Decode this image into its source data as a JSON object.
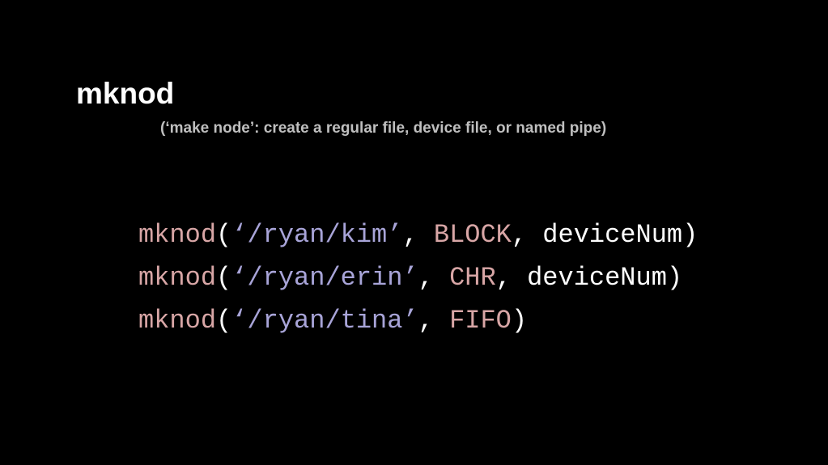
{
  "slide": {
    "title": "mknod",
    "subtitle": "(‘make node’: create a regular file, device file, or named pipe)"
  },
  "code_lines": [
    {
      "func": "mknod",
      "open_paren": "(",
      "path": "‘/ryan/kim’",
      "sep1": ", ",
      "type": "BLOCK",
      "sep2": ",",
      "rest": " deviceNum)"
    },
    {
      "func": "mknod",
      "open_paren": "(",
      "path": "‘/ryan/erin’",
      "sep1": ", ",
      "type": "CHR",
      "sep2": ",",
      "rest": " deviceNum)"
    },
    {
      "func": "mknod",
      "open_paren": "(",
      "path": "‘/ryan/tina’",
      "sep1": ", ",
      "type": "FIFO",
      "close_paren": ")"
    }
  ],
  "colors": {
    "background": "#000000",
    "title": "#ffffff",
    "subtitle": "#bfbfbf",
    "function": "#d8a6a6",
    "path": "#a8a4d8",
    "constant": "#d8a6a6",
    "plain": "#ffffff"
  }
}
